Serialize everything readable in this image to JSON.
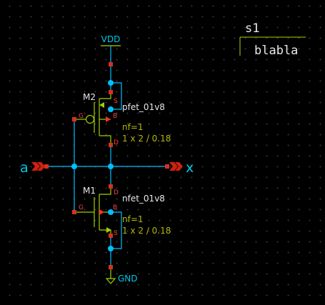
{
  "schematic": {
    "supply": "VDD",
    "ground": "GND",
    "input_pin": "a",
    "output_pin": "x",
    "pmos": {
      "instance": "M2",
      "model": "pfet_01v8",
      "nf": "nf=1",
      "size": "1 x 2 / 0.18",
      "pins": {
        "s": "S",
        "g": "G",
        "b": "B",
        "d": "D"
      }
    },
    "nmos": {
      "instance": "M1",
      "model": "nfet_01v8",
      "nf": "nf=1",
      "size": "1 x 2 / 0.18",
      "pins": {
        "d": "D",
        "g": "G",
        "b": "B",
        "s": "S"
      }
    }
  },
  "symbol_box": {
    "title": "s1",
    "text": "blabla"
  },
  "colors": {
    "background": "#000000",
    "wire": "#00bfff",
    "device": "#a0d000",
    "pin": "#ff4040",
    "node": "#00bfff",
    "io_arrow": "#d02010",
    "param_text": "#b5b80a",
    "instance_text": "#e8e8e8"
  }
}
